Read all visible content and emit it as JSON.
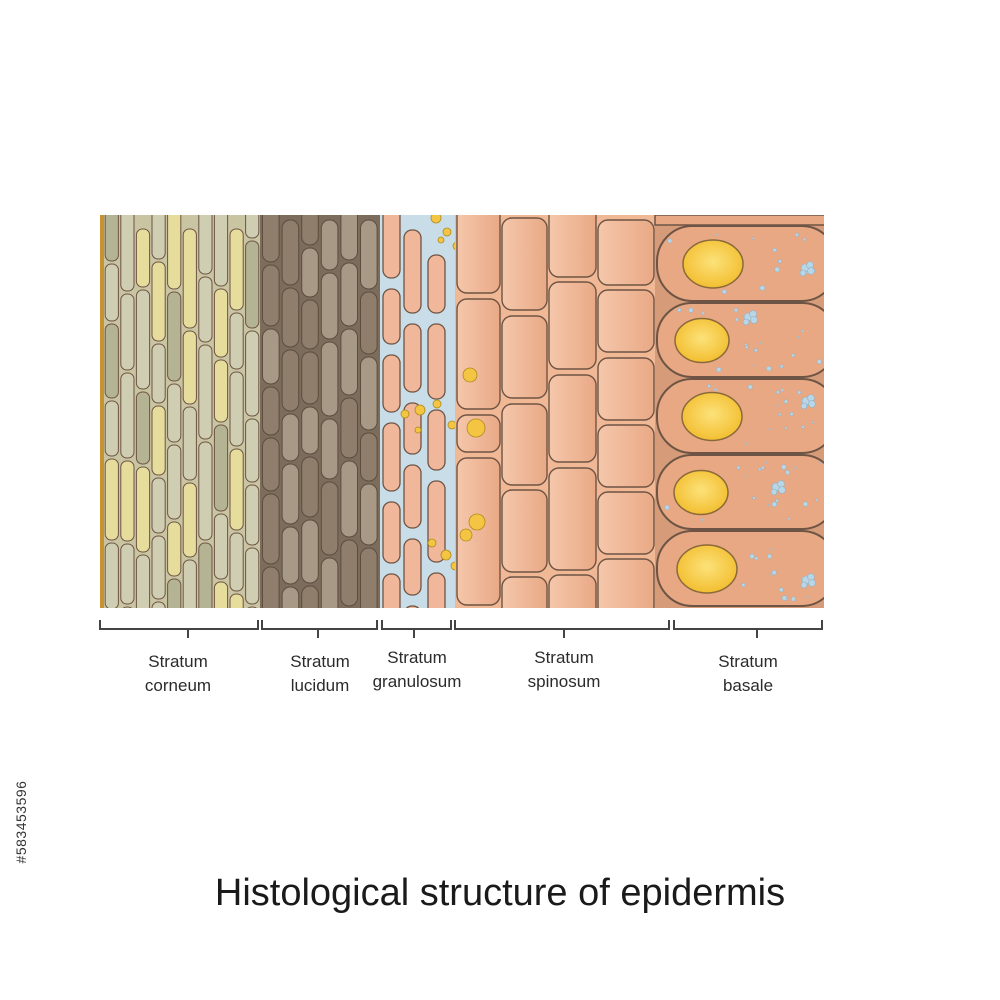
{
  "title": "Histological structure of epidermis",
  "stock_id": "#583453596",
  "layers": [
    {
      "key": "corneum",
      "line1": "Stratum",
      "line2": "corneum"
    },
    {
      "key": "lucidum",
      "line1": "Stratum",
      "line2": "lucidum"
    },
    {
      "key": "granulosum",
      "line1": "Stratum",
      "line2": "granulosum"
    },
    {
      "key": "spinosum",
      "line1": "Stratum",
      "line2": "spinosum"
    },
    {
      "key": "basale",
      "line1": "Stratum",
      "line2": "basale"
    }
  ],
  "colors": {
    "outline": "#6e5444",
    "corneum_bg": "#c9c4a2",
    "corneum_cell_a": "#cfcdb2",
    "corneum_cell_b": "#e6dd9c",
    "corneum_cell_c": "#b4b394",
    "corneum_gap": "#c6932f",
    "lucidum_bg": "#7c6c5b",
    "lucidum_cell_a": "#a89886",
    "lucidum_cell_b": "#8f7e6c",
    "granulosum_fluid": "#c8dde8",
    "granulosum_cell": "#f0b79a",
    "granule": "#f4c542",
    "spinosum_cell": "#f1b896",
    "basale_cell": "#e8a883",
    "nucleus": "#f6c93e",
    "melanin": "#b9d6e6",
    "bracket": "#444444"
  }
}
